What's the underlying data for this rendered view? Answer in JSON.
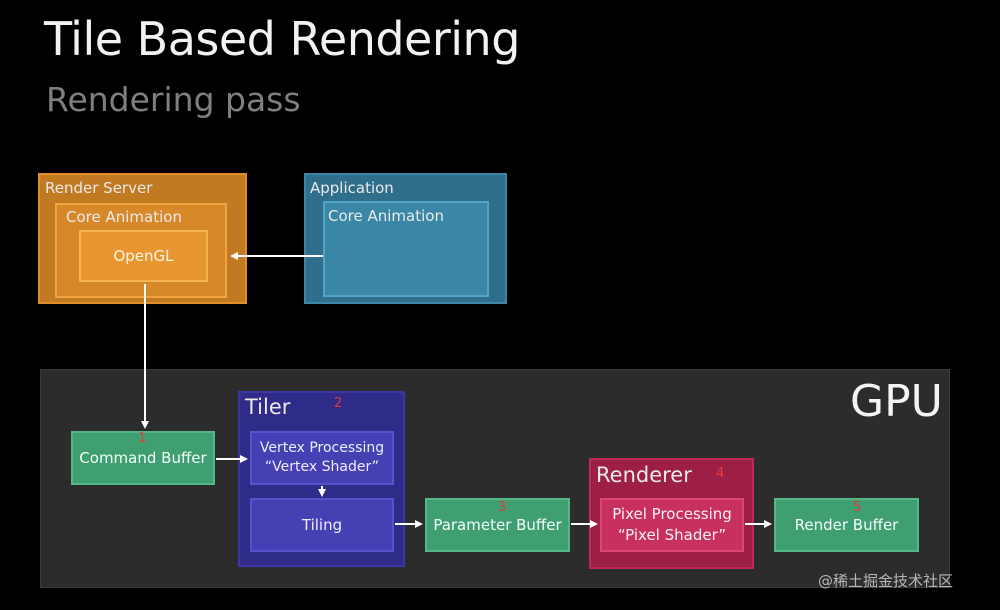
{
  "header": {
    "title": "Tile Based Rendering",
    "subtitle": "Rendering pass"
  },
  "render_server": {
    "label": "Render Server",
    "core_animation_label": "Core Animation",
    "opengl_label": "OpenGL"
  },
  "application": {
    "label": "Application",
    "core_animation_label": "Core Animation"
  },
  "gpu": {
    "label": "GPU",
    "command_buffer": {
      "label": "Command Buffer",
      "step": "1"
    },
    "tiler": {
      "label": "Tiler",
      "step": "2",
      "vertex_processing_line1": "Vertex Processing",
      "vertex_processing_line2": "“Vertex Shader”",
      "tiling_label": "Tiling"
    },
    "parameter_buffer": {
      "label": "Parameter Buffer",
      "step": "3"
    },
    "renderer": {
      "label": "Renderer",
      "step": "4",
      "pixel_processing_line1": "Pixel Processing",
      "pixel_processing_line2": "“Pixel Shader”"
    },
    "render_buffer": {
      "label": "Render Buffer",
      "step": "5"
    }
  },
  "watermark": "@稀土掘金技术社区",
  "colors": {
    "render_server": "#c27a22",
    "application": "#2f6f8c",
    "buffer_green": "#3f9f70",
    "tiler_blue": "#2f2b88",
    "renderer_red": "#9e1f45",
    "step_number": "#e83a3a"
  }
}
